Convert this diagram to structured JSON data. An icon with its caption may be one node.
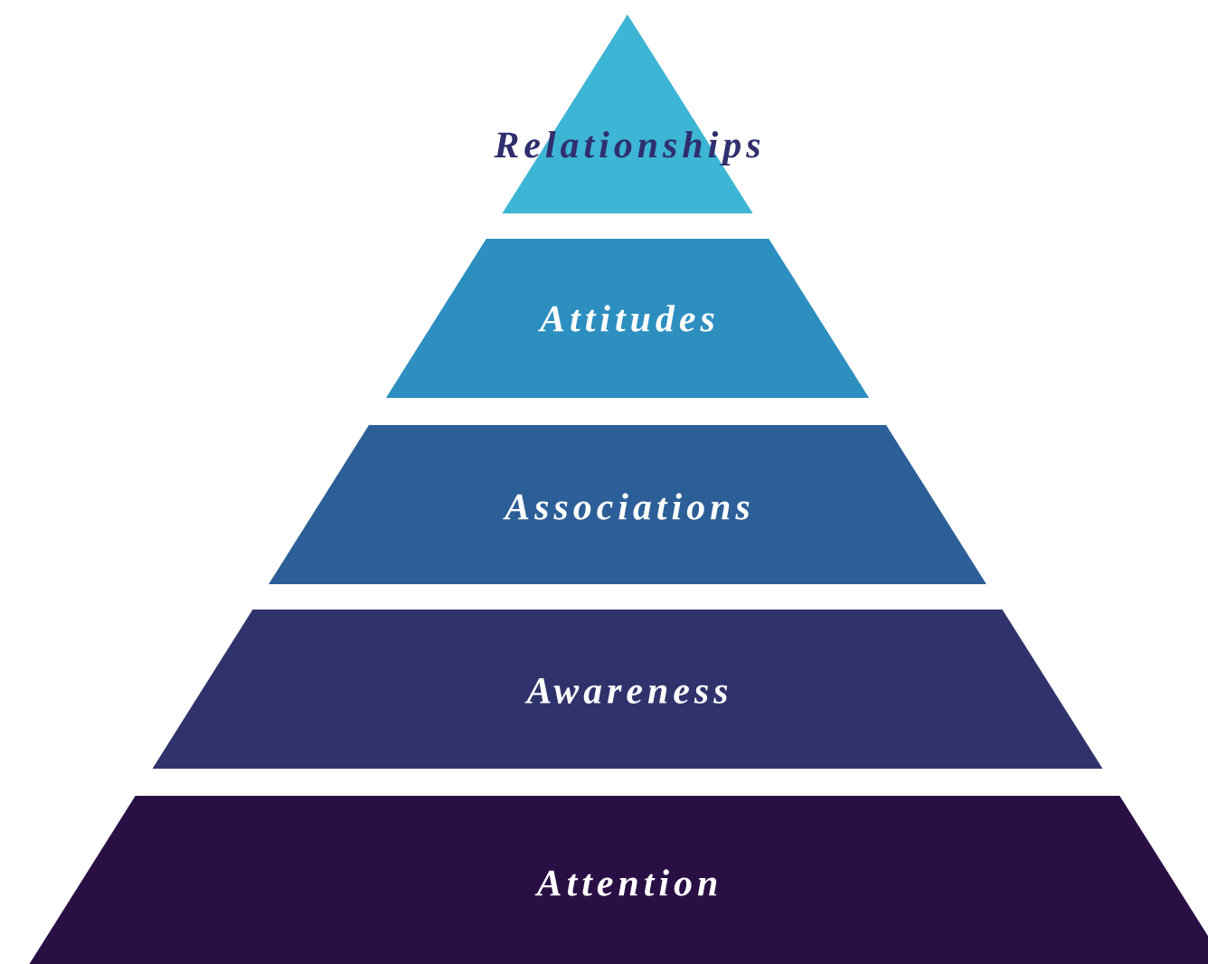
{
  "diagram": {
    "nodes": [
      {
        "text": [
          "Relationships"
        ]
      },
      {
        "text": [
          "Attitudes"
        ]
      },
      {
        "text": [
          "Associations"
        ]
      },
      {
        "text": [
          "Awareness"
        ]
      },
      {
        "text": [
          "Attention"
        ]
      }
    ]
  }
}
